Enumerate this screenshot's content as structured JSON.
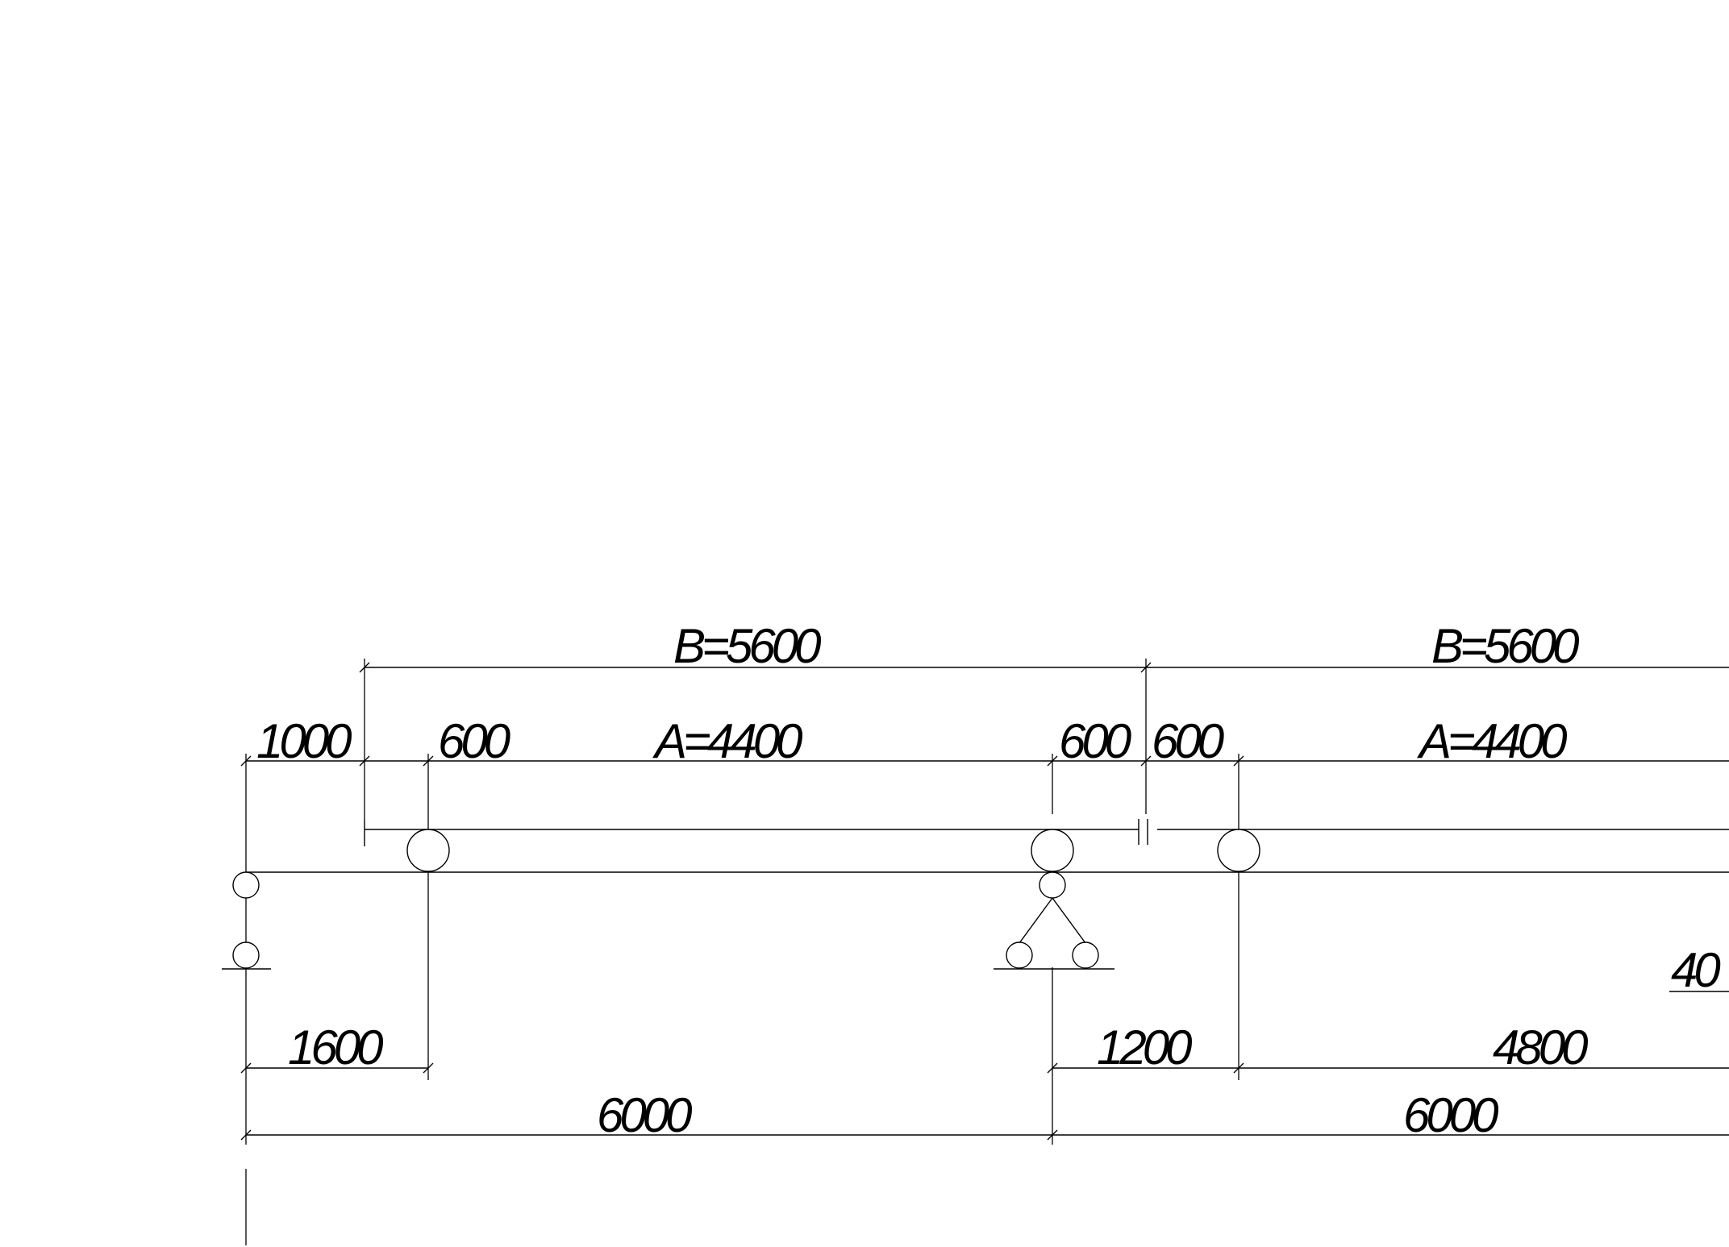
{
  "dimensions": {
    "b_left": "B=5600",
    "b_right": "B=5600",
    "d_1000": "1000",
    "d_600_left": "600",
    "a_left": "A=4400",
    "d_600_mid": "600",
    "d_600_right": "600",
    "a_right": "A=4400",
    "d_1600": "1600",
    "d_1200": "1200",
    "d_4800": "4800",
    "d_6000_left": "6000",
    "d_6000_right": "6000",
    "d_40_partial": "40"
  }
}
